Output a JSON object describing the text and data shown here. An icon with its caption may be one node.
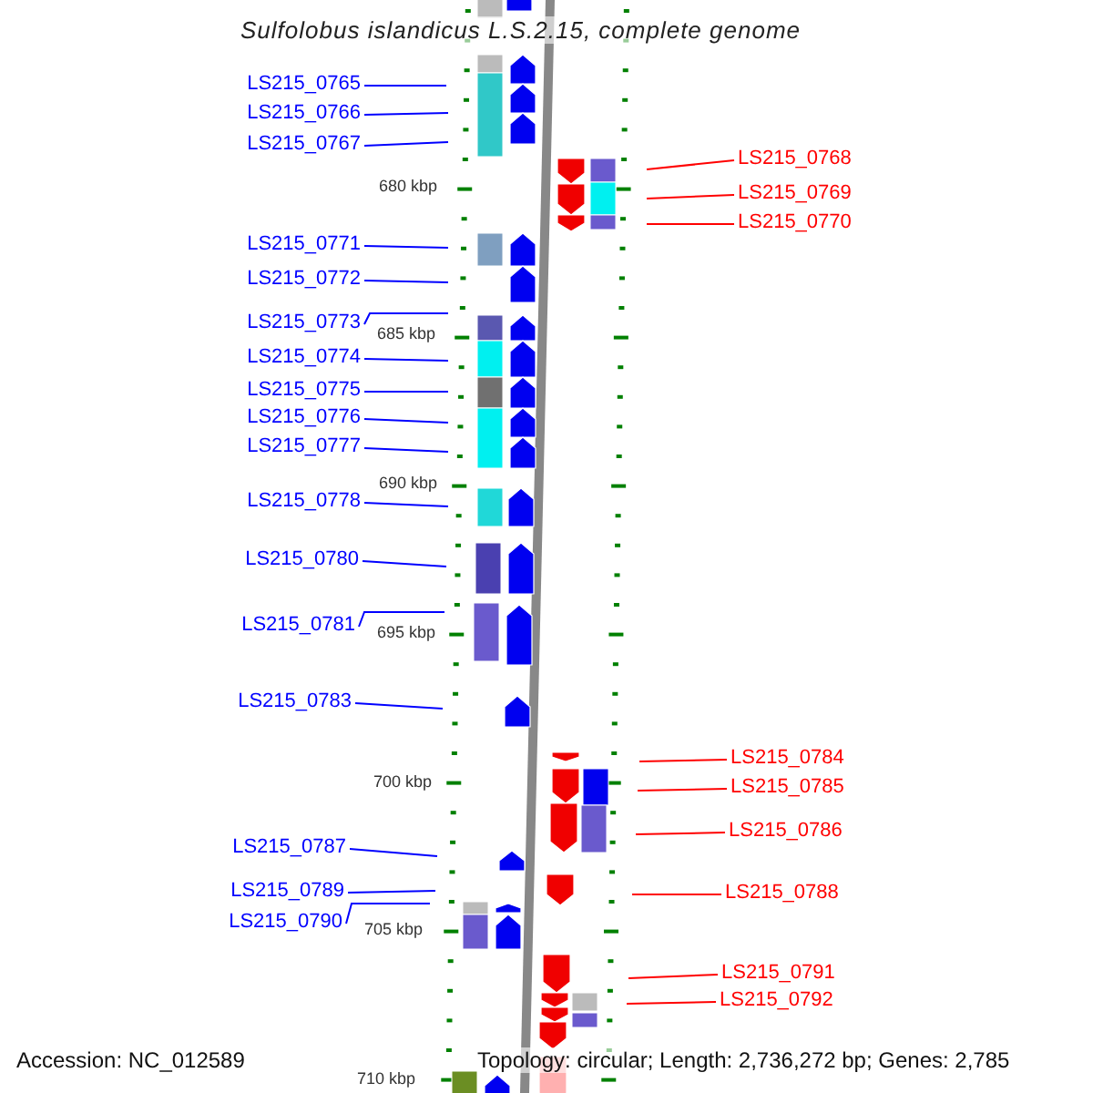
{
  "diagram": {
    "title": "Sulfolobus islandicus L.S.2.15, complete genome",
    "nodes": [
      {
        "text": [
          "LS215_0765"
        ]
      },
      {
        "text": [
          "LS215_0766"
        ]
      },
      {
        "text": [
          "LS215_0767"
        ]
      },
      {
        "text": [
          "LS215_0768"
        ]
      },
      {
        "text": [
          "LS215_0769"
        ]
      },
      {
        "text": [
          "LS215_0770"
        ]
      },
      {
        "text": [
          "LS215_0771"
        ]
      },
      {
        "text": [
          "LS215_0772"
        ]
      },
      {
        "text": [
          "LS215_0773"
        ]
      },
      {
        "text": [
          "LS215_0774"
        ]
      },
      {
        "text": [
          "LS215_0775"
        ]
      },
      {
        "text": [
          "LS215_0776"
        ]
      },
      {
        "text": [
          "LS215_0777"
        ]
      },
      {
        "text": [
          "LS215_0778"
        ]
      },
      {
        "text": [
          "LS215_0780"
        ]
      },
      {
        "text": [
          "LS215_0781"
        ]
      },
      {
        "text": [
          "LS215_0783"
        ]
      },
      {
        "text": [
          "LS215_0784"
        ]
      },
      {
        "text": [
          "LS215_0785"
        ]
      },
      {
        "text": [
          "LS215_0786"
        ]
      },
      {
        "text": [
          "LS215_0787"
        ]
      },
      {
        "text": [
          "LS215_0788"
        ]
      },
      {
        "text": [
          "LS215_0789"
        ]
      },
      {
        "text": [
          "LS215_0790"
        ]
      },
      {
        "text": [
          "LS215_0791"
        ]
      },
      {
        "text": [
          "LS215_0792"
        ]
      }
    ],
    "edges": [
      {
        "from": 0,
        "to": null,
        "arrow": "none"
      },
      {
        "from": 1,
        "to": null,
        "arrow": "none"
      },
      {
        "from": 2,
        "to": null,
        "arrow": "none"
      },
      {
        "from": 3,
        "to": null,
        "arrow": "none",
        "color": "#ff0000"
      },
      {
        "from": 4,
        "to": null,
        "arrow": "none",
        "color": "#ff0000"
      },
      {
        "from": 5,
        "to": null,
        "arrow": "none",
        "color": "#ff0000"
      },
      {
        "from": 6,
        "to": null,
        "arrow": "none"
      },
      {
        "from": 7,
        "to": null,
        "arrow": "none"
      },
      {
        "from": 8,
        "to": null,
        "arrow": "none"
      },
      {
        "from": 9,
        "to": null,
        "arrow": "none"
      },
      {
        "from": 10,
        "to": null,
        "arrow": "none"
      },
      {
        "from": 11,
        "to": null,
        "arrow": "none"
      },
      {
        "from": 12,
        "to": null,
        "arrow": "none"
      },
      {
        "from": 13,
        "to": null,
        "arrow": "none"
      },
      {
        "from": 14,
        "to": null,
        "arrow": "none"
      },
      {
        "from": 15,
        "to": null,
        "arrow": "none"
      },
      {
        "from": 16,
        "to": null,
        "arrow": "none"
      },
      {
        "from": 17,
        "to": null,
        "arrow": "none",
        "color": "#ff0000"
      },
      {
        "from": 18,
        "to": null,
        "arrow": "none",
        "color": "#ff0000"
      },
      {
        "from": 19,
        "to": null,
        "arrow": "none",
        "color": "#ff0000"
      },
      {
        "from": 20,
        "to": null,
        "arrow": "none"
      },
      {
        "from": 21,
        "to": null,
        "arrow": "none",
        "color": "#ff0000"
      },
      {
        "from": 22,
        "to": null,
        "arrow": "none"
      },
      {
        "from": 23,
        "to": null,
        "arrow": "none"
      },
      {
        "from": 24,
        "to": null,
        "arrow": "none",
        "color": "#ff0000"
      },
      {
        "from": 25,
        "to": null,
        "arrow": "none",
        "color": "#ff0000"
      }
    ],
    "labels": [
      "680 kbp",
      "685 kbp",
      "690 kbp",
      "695 kbp",
      "700 kbp",
      "705 kbp",
      "710 kbp",
      "Accession: NC_012589",
      "Topology: circular; Length: 2,736,272 bp; Genes: 2,785"
    ]
  }
}
